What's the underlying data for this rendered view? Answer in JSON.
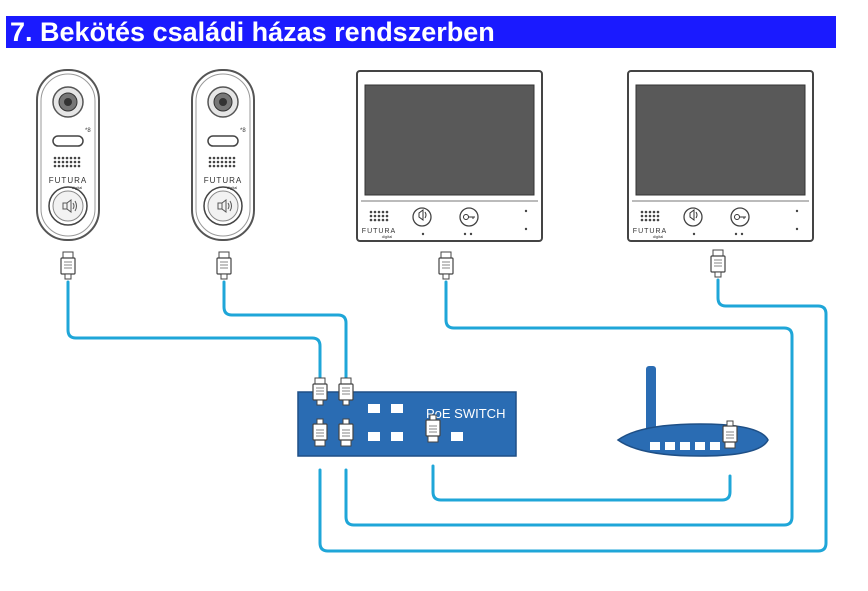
{
  "title": "7. Bekötés családi házas rendszerben",
  "colors": {
    "title_bar": "#1a1aff",
    "cable": "#1fa6d8",
    "switch_body": "#2a6cb3",
    "router_body": "#2a6cb3",
    "device_outline": "#555555"
  },
  "door_stations": [
    {
      "brand": "FUTURA",
      "sub": "digital"
    },
    {
      "brand": "FUTURA",
      "sub": "digital"
    }
  ],
  "monitors": [
    {
      "brand": "FUTURA",
      "sub": "digital"
    },
    {
      "brand": "FUTURA",
      "sub": "digital"
    }
  ],
  "switch": {
    "label": "PoE SWITCH"
  },
  "icons": [
    "camera-icon",
    "speaker-icon",
    "key-icon",
    "ethernet-plug-icon",
    "antenna-icon"
  ]
}
